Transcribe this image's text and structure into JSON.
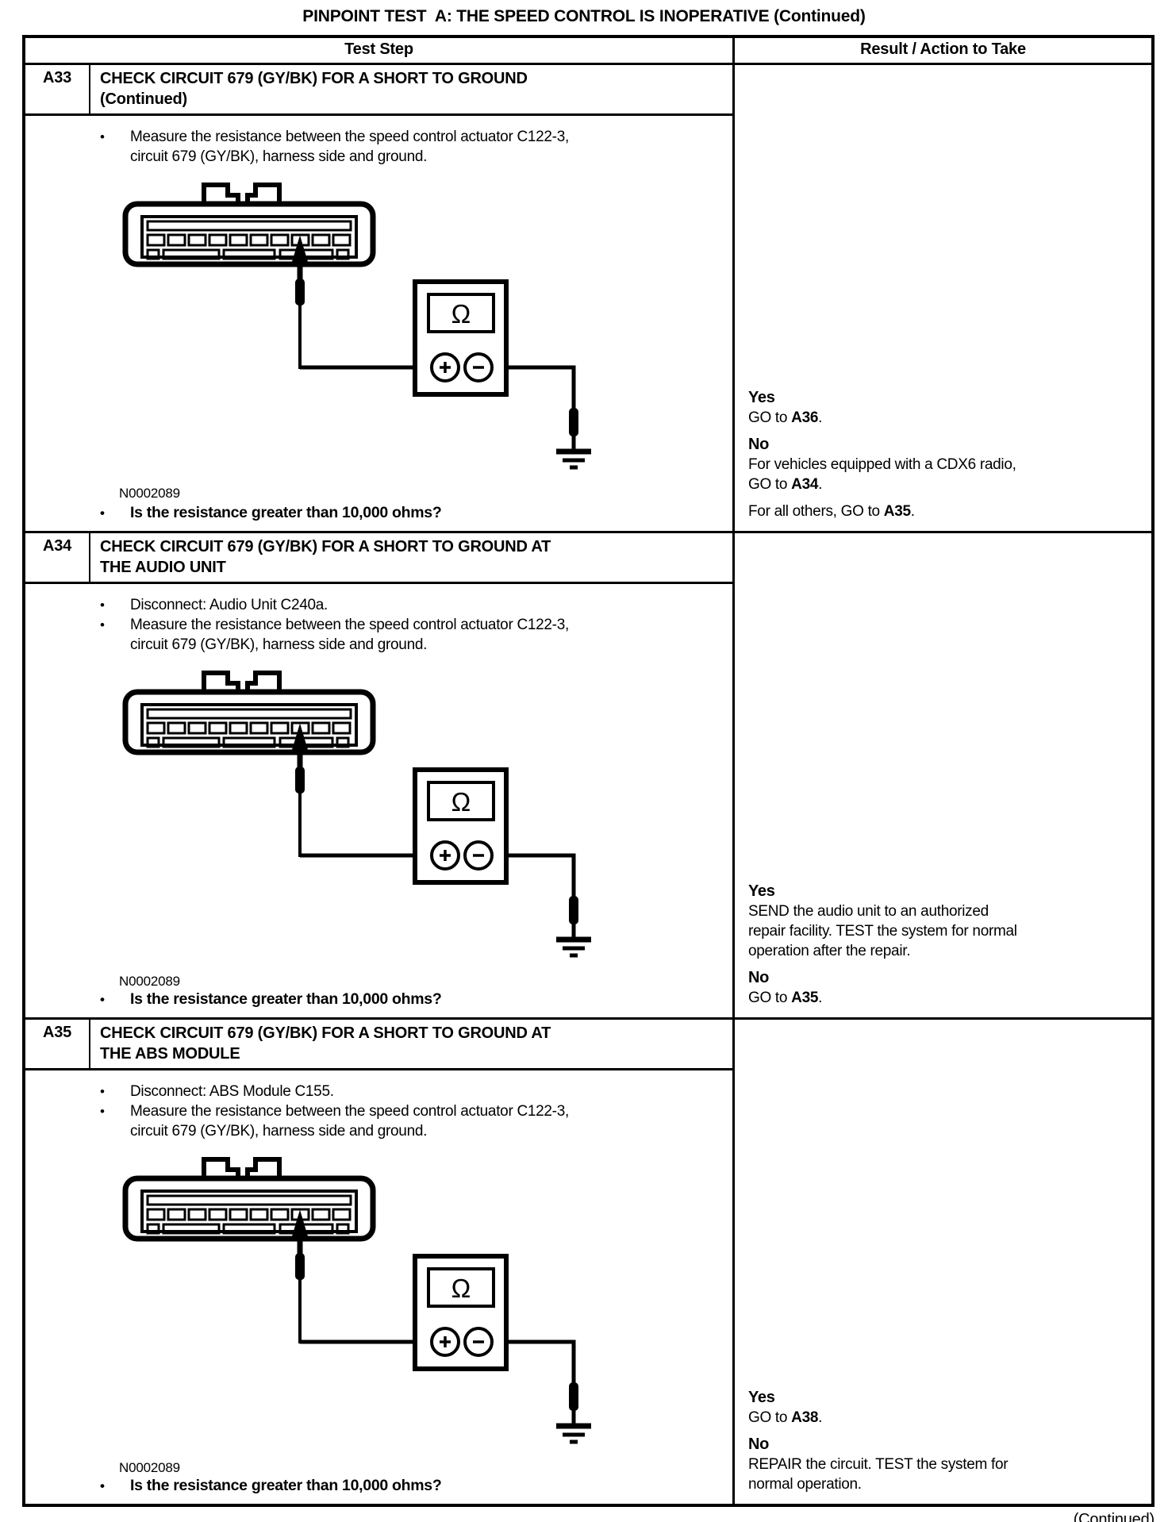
{
  "page": {
    "title": "PINPOINT TEST  A: THE SPEED CONTROL IS INOPERATIVE (Continued)",
    "footer_note": "(Continued)",
    "bullet_glyph": "•"
  },
  "diagram": {
    "meter_symbol": "Ω"
  },
  "table": {
    "headers": {
      "test_step": "Test Step",
      "result": "Result / Action to Take"
    },
    "rows": [
      {
        "id": "A33",
        "title_lines": [
          "CHECK CIRCUIT 679 (GY/BK) FOR A SHORT TO GROUND",
          "(Continued)"
        ],
        "bullets": [
          "Measure the resistance between the speed control actuator C122-3, circuit 679 (GY/BK), harness side and ground."
        ],
        "figure_label": "N0002089",
        "question": "Is the resistance greater than 10,000 ohms?",
        "result": [
          {
            "answer": "Yes",
            "blocks": [
              [
                [
                  "GO to ",
                  {
                    "text": "A36",
                    "bold": true
                  },
                  "."
                ]
              ]
            ]
          },
          {
            "answer": "No",
            "blocks": [
              [
                [
                  "For vehicles equipped with a CDX6 radio,"
                ],
                [
                  "GO to ",
                  {
                    "text": "A34",
                    "bold": true
                  },
                  "."
                ]
              ],
              [
                [
                  "For all others, GO to ",
                  {
                    "text": "A35",
                    "bold": true
                  },
                  "."
                ]
              ]
            ]
          }
        ]
      },
      {
        "id": "A34",
        "title_lines": [
          "CHECK CIRCUIT 679 (GY/BK) FOR A SHORT TO GROUND AT",
          "THE AUDIO UNIT"
        ],
        "bullets": [
          "Disconnect: Audio Unit C240a.",
          "Measure the resistance between the speed control actuator C122-3, circuit 679 (GY/BK), harness side and ground."
        ],
        "figure_label": "N0002089",
        "question": "Is the resistance greater than 10,000 ohms?",
        "result": [
          {
            "answer": "Yes",
            "blocks": [
              [
                [
                  "SEND the audio unit to an authorized"
                ],
                [
                  "repair facility. TEST the system for normal"
                ],
                [
                  "operation after the repair."
                ]
              ]
            ]
          },
          {
            "answer": "No",
            "blocks": [
              [
                [
                  "GO to ",
                  {
                    "text": "A35",
                    "bold": true
                  },
                  "."
                ]
              ]
            ]
          }
        ]
      },
      {
        "id": "A35",
        "title_lines": [
          "CHECK CIRCUIT 679 (GY/BK) FOR A SHORT TO GROUND AT",
          "THE ABS MODULE"
        ],
        "bullets": [
          "Disconnect: ABS Module C155.",
          "Measure the resistance between the speed control actuator C122-3, circuit 679 (GY/BK), harness side and ground."
        ],
        "figure_label": "N0002089",
        "question": "Is the resistance greater than 10,000 ohms?",
        "result": [
          {
            "answer": "Yes",
            "blocks": [
              [
                [
                  "GO to ",
                  {
                    "text": "A38",
                    "bold": true
                  },
                  "."
                ]
              ]
            ]
          },
          {
            "answer": "No",
            "blocks": [
              [
                [
                  "REPAIR the circuit. TEST the system for"
                ],
                [
                  "normal operation."
                ]
              ]
            ]
          }
        ]
      }
    ]
  }
}
